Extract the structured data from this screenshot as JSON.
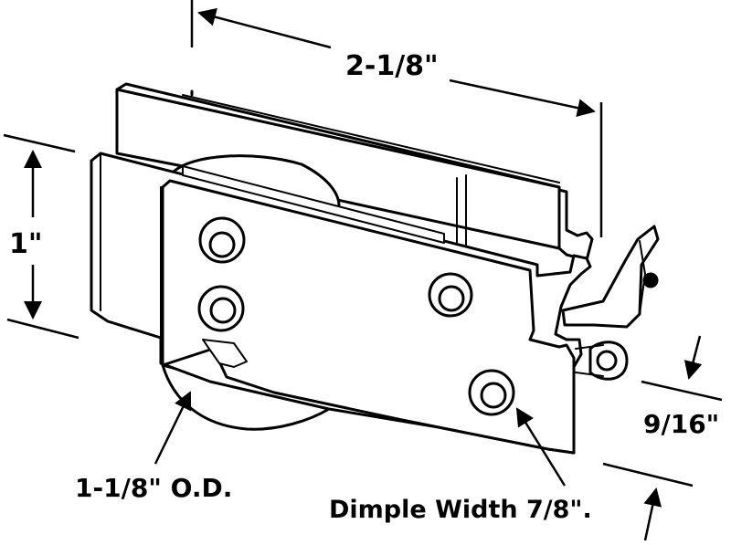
{
  "dimensions": {
    "length": "2-1/8\"",
    "height": "1\"",
    "width": "9/16\"",
    "wheel_diameter": "1-1/8\" O.D.",
    "dimple_width": "Dimple Width 7/8\"."
  }
}
